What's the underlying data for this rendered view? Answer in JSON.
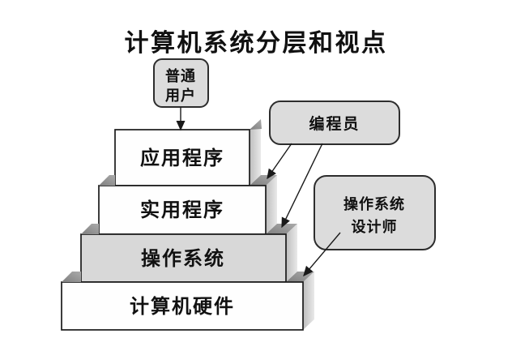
{
  "title": "计算机系统分层和视点",
  "actors": {
    "ordinary_user": {
      "lines": [
        "普通",
        "用户"
      ]
    },
    "programmer": {
      "label": "编程员"
    },
    "os_designer": {
      "lines": [
        "操作系统",
        "设计师"
      ]
    }
  },
  "layers": [
    {
      "label": "应用程序"
    },
    {
      "label": "实用程序"
    },
    {
      "label": "操作系统"
    },
    {
      "label": "计算机硬件"
    }
  ],
  "colors": {
    "background": "#ffffff",
    "layer_fill": "#fefefe",
    "os_layer_fill": "#d8d8d8",
    "actor_box_fill": "#dcdcdc",
    "step_dark": "#8f8f8f",
    "side_light": "#cfcfcf",
    "line": "#1a1a1a"
  }
}
